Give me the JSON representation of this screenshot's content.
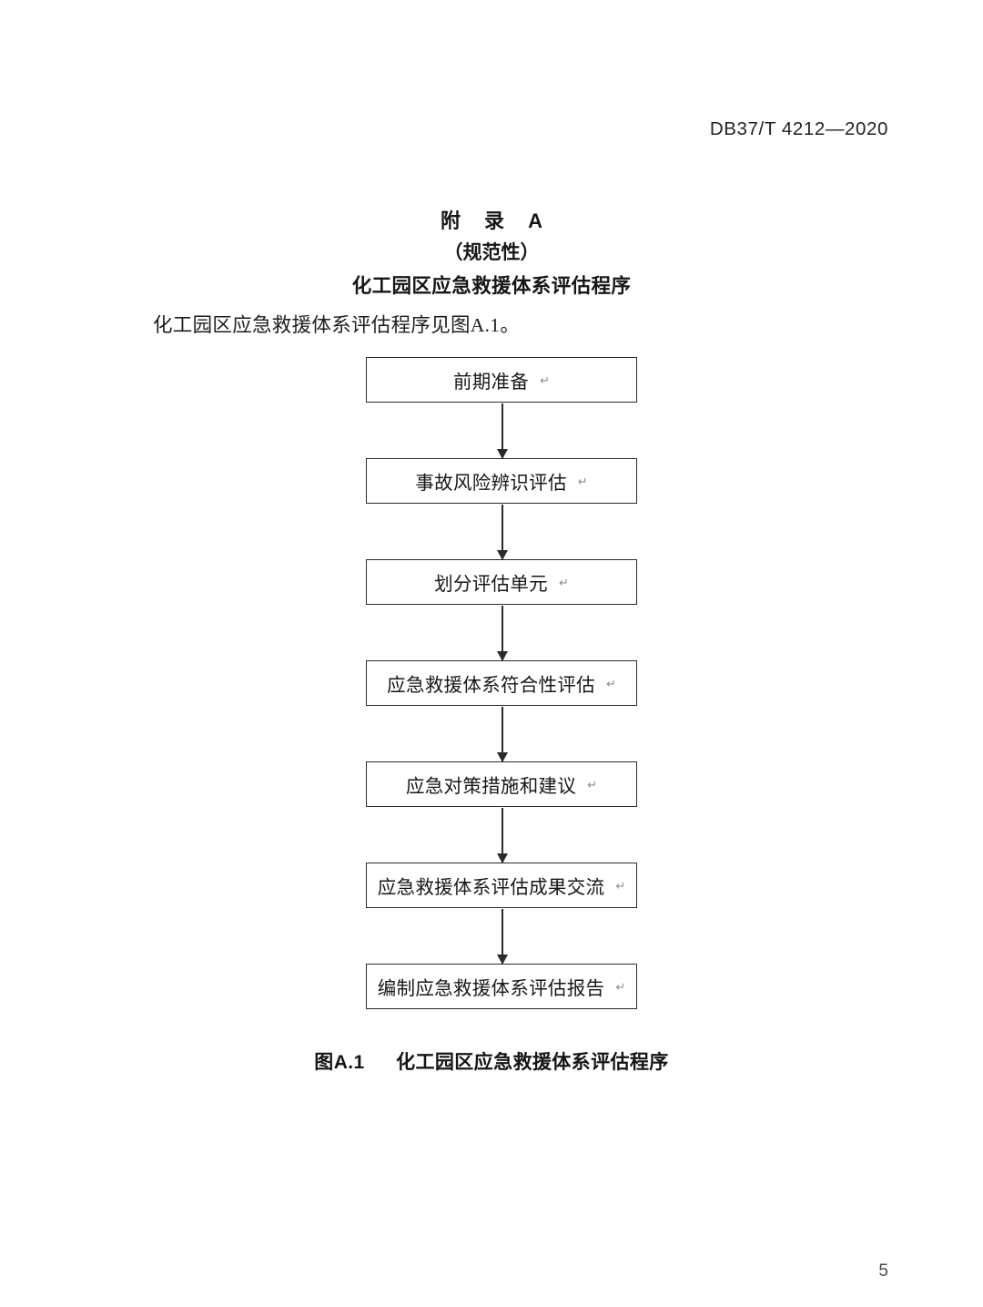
{
  "header": {
    "standard_number": "DB37/T 4212—2020"
  },
  "annex": {
    "label": "附 录 A",
    "normativeness": "（规范性）",
    "title": "化工园区应急救援体系评估程序"
  },
  "body": {
    "intro_paragraph": "化工园区应急救援体系评估程序见图A.1。"
  },
  "figure": {
    "caption_number": "图A.1",
    "caption_title": "化工园区应急救援体系评估程序",
    "cr_mark": "↵",
    "box_border_color": "#2b2b2b",
    "arrow_color": "#2b2b2b",
    "flow_nodes": [
      {
        "label": "前期准备",
        "cr": "↵"
      },
      {
        "label": "事故风险辨识评估",
        "cr": "↵"
      },
      {
        "label": "划分评估单元",
        "cr": "↵"
      },
      {
        "label": "应急救援体系符合性评估",
        "cr": "↵"
      },
      {
        "label": "应急对策措施和建议",
        "cr": "↵"
      },
      {
        "label": "应急救援体系评估成果交流",
        "cr": "↵"
      },
      {
        "label": "编制应急救援体系评估报告",
        "cr": "↵"
      }
    ]
  },
  "footer": {
    "page_number": "5"
  }
}
